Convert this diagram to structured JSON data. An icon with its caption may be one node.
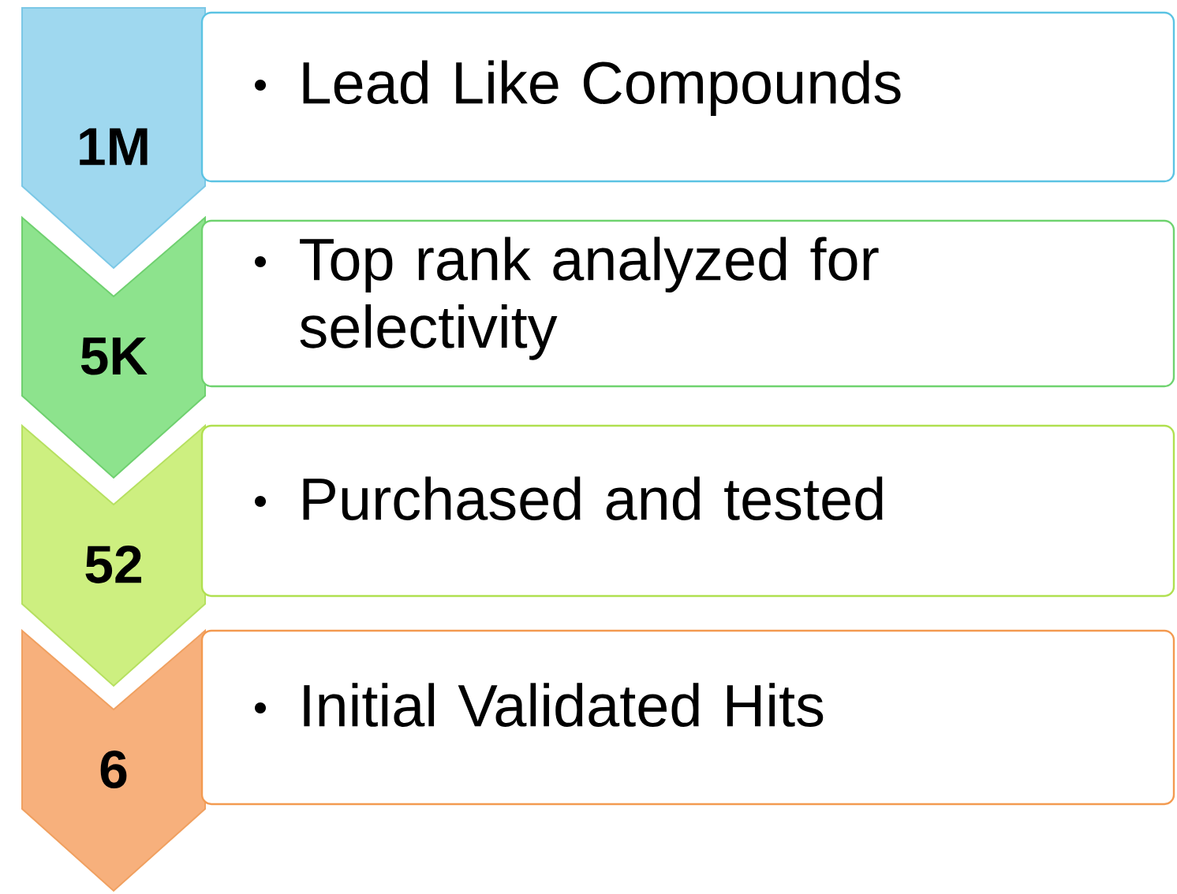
{
  "diagram": {
    "nodes": [
      {
        "text": [
          "1M"
        ]
      },
      {
        "text": [
          "Lead Like Compounds"
        ]
      },
      {
        "text": [
          "5K"
        ]
      },
      {
        "text": [
          "Top rank analyzed for selectivity"
        ]
      },
      {
        "text": [
          "52"
        ]
      },
      {
        "text": [
          "Purchased and tested"
        ]
      },
      {
        "text": [
          "6"
        ]
      },
      {
        "text": [
          "Initial Validated Hits"
        ]
      }
    ]
  }
}
